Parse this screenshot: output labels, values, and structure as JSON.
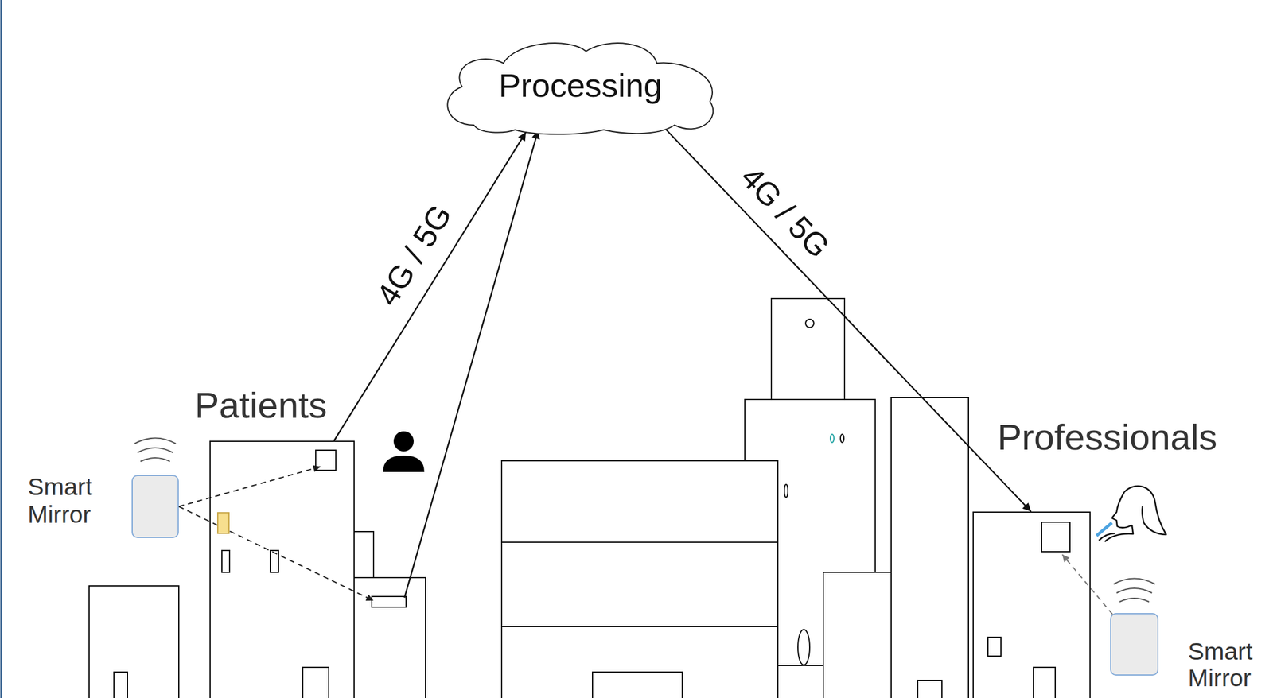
{
  "diagram": {
    "nodes": [
      {
        "text": [
          "Smart Mirror"
        ]
      },
      {
        "text": [
          "Patients"
        ]
      },
      {
        "text": [
          "Processing"
        ]
      },
      {
        "text": [
          "Professionals"
        ]
      },
      {
        "text": [
          "Smart Mirror"
        ]
      }
    ],
    "edges": [
      {
        "from": 0,
        "to": 1,
        "arrow": "to"
      },
      {
        "from": 0,
        "to": 1,
        "arrow": "to"
      },
      {
        "from": 1,
        "to": 2,
        "label": "4G / 5G",
        "arrow": "to"
      },
      {
        "from": 1,
        "to": 2,
        "arrow": "to"
      },
      {
        "from": 2,
        "to": 3,
        "label": "4G / 5G",
        "arrow": "to"
      },
      {
        "from": 4,
        "to": 3,
        "arrow": "to"
      }
    ]
  }
}
